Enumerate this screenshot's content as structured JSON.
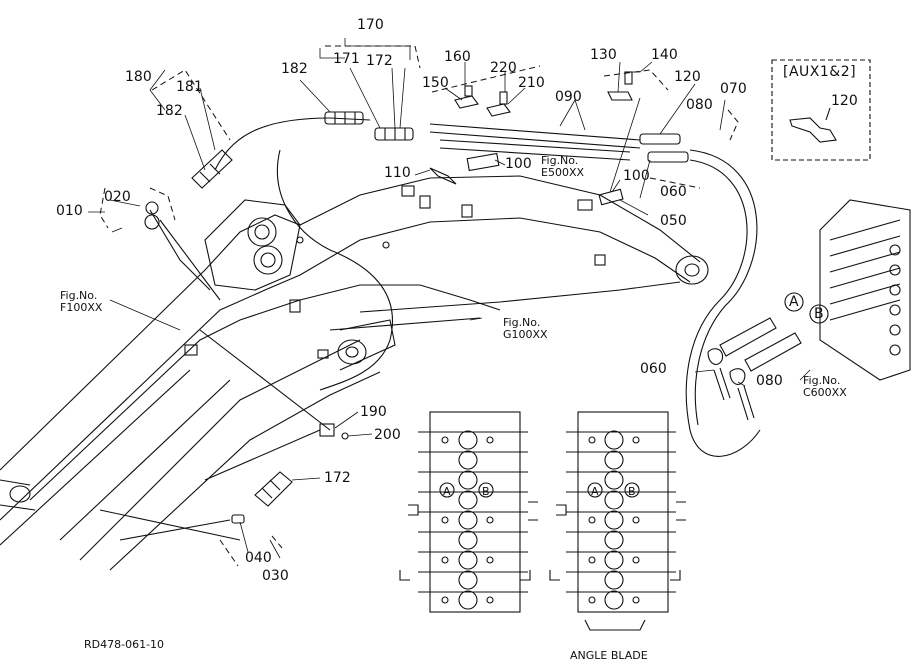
{
  "diagram": {
    "code": "RD478-061-10",
    "caption": "ANGLE BLADE",
    "aux_box_title": "[AUX1&2]",
    "aux_box_part": "120",
    "figure_refs": {
      "e500": {
        "line1": "Fig.No.",
        "line2": "E500XX"
      },
      "f100": {
        "line1": "Fig.No.",
        "line2": "F100XX"
      },
      "g100": {
        "line1": "Fig.No.",
        "line2": "G100XX"
      },
      "c600": {
        "line1": "Fig.No.",
        "line2": "C600XX"
      }
    },
    "port_labels": {
      "a": "A",
      "b": "B"
    },
    "parts": {
      "p170": "170",
      "p171": "171",
      "p172_top": "172",
      "p182_top": "182",
      "p180": "180",
      "p181": "181",
      "p182_left": "182",
      "p160": "160",
      "p150": "150",
      "p220": "220",
      "p210": "210",
      "p090": "090",
      "p130": "130",
      "p140": "140",
      "p120": "120",
      "p080_top": "080",
      "p070": "070",
      "p110": "110",
      "p100_a": "100",
      "p100_b": "100",
      "p060_top": "060",
      "p050": "050",
      "p020": "020",
      "p010": "010",
      "p060_right": "060",
      "p080_right": "080",
      "p190": "190",
      "p200": "200",
      "p172_bot": "172",
      "p040": "040",
      "p030": "030"
    }
  }
}
